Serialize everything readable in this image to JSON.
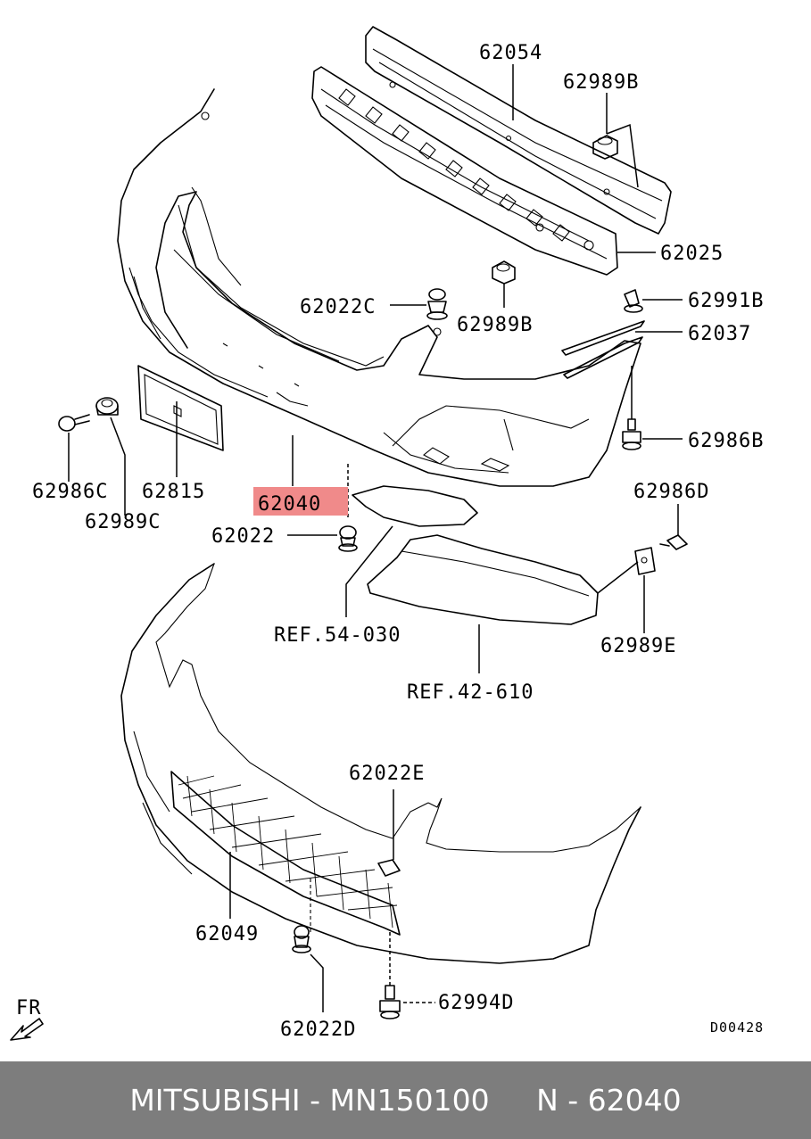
{
  "diagram": {
    "labels": {
      "l62054": "62054",
      "l62989B_top": "62989B",
      "l62025": "62025",
      "l62991B": "62991B",
      "l62022C": "62022C",
      "l62989B_mid": "62989B",
      "l62037": "62037",
      "l62986B": "62986B",
      "l62986C": "62986C",
      "l62815": "62815",
      "l62989C": "62989C",
      "l62040": "62040",
      "l62022": "62022",
      "l62986D": "62986D",
      "lref54": "REF.54-030",
      "l62989E": "62989E",
      "lref42": "REF.42-610",
      "l62022E": "62022E",
      "l62049": "62049",
      "l62022D": "62022D",
      "l62994D": "62994D",
      "fr": "FR",
      "code": "D00428"
    },
    "highlight_color": "#f08a8a"
  },
  "footer": {
    "text": "MITSUBISHI - MN150100     N - 62040",
    "bg_color": "#7d7d7d"
  }
}
